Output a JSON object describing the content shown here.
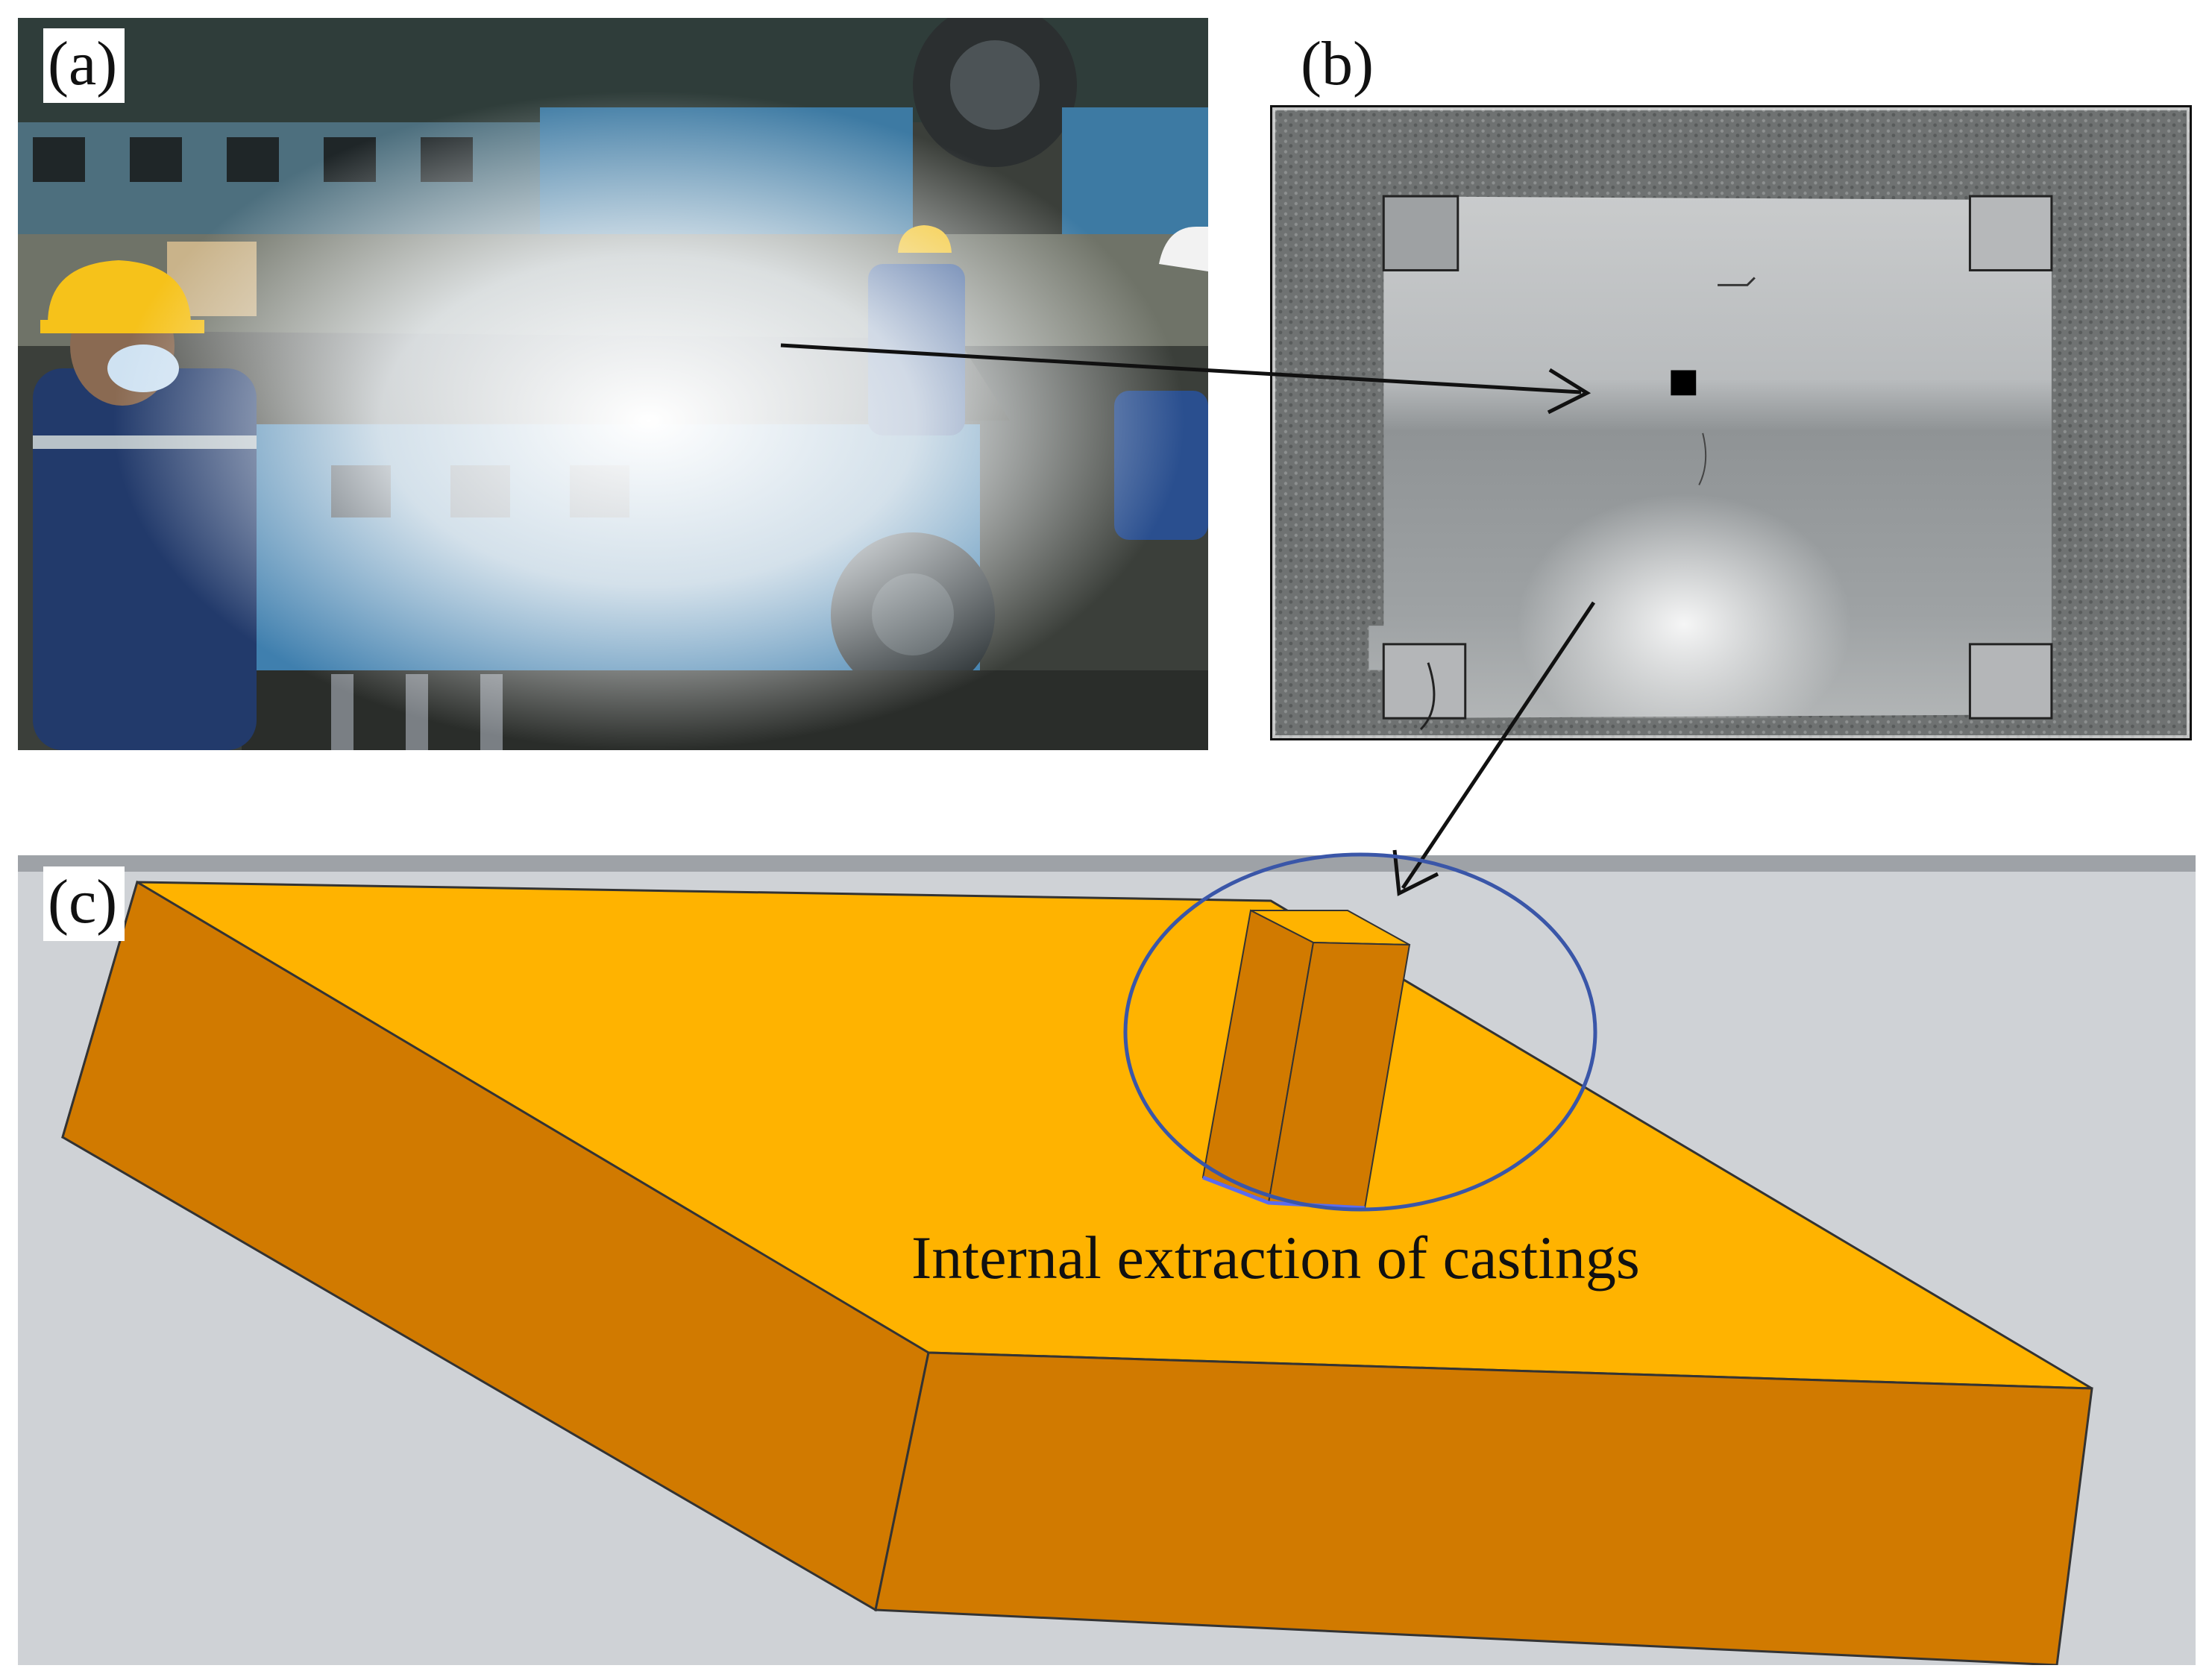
{
  "figure": {
    "panels": [
      {
        "label": "(a)"
      },
      {
        "label": "(b)"
      },
      {
        "label": "(c)",
        "caption": "Internal extraction of castings"
      }
    ]
  },
  "colors": {
    "slab_top": "#FFB300",
    "slab_side": "#D17A00",
    "ellipse": "#3A56A8",
    "machine_blue": "#3F7FAE",
    "helmet_yellow": "#F6C21A",
    "render_bg": "#CFD2D6"
  },
  "icons": {
    "arrow_a_to_b": "arrow-right-icon",
    "arrow_b_to_c": "arrow-down-left-icon"
  }
}
